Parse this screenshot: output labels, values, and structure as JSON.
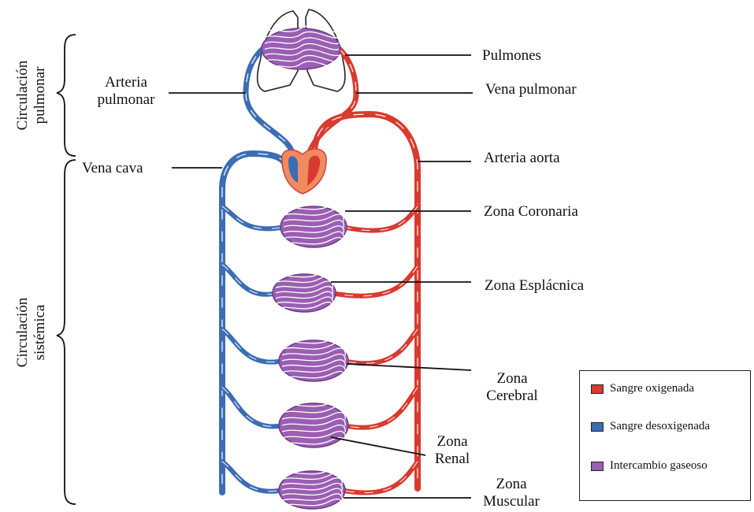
{
  "labels": {
    "pulmones": "Pulmones",
    "vena_pulmonar": "Vena pulmonar",
    "arteria_aorta": "Arteria aorta",
    "zona_coronaria": "Zona Coronaria",
    "zona_esplacnica": "Zona Esplácnica",
    "zona_cerebral_1": "Zona",
    "zona_cerebral_2": "Cerebral",
    "zona_renal_1": "Zona",
    "zona_renal_2": "Renal",
    "zona_muscular_1": "Zona",
    "zona_muscular_2": "Muscular",
    "arteria_pulmonar_1": "Arteria",
    "arteria_pulmonar_2": "pulmonar",
    "vena_cava": "Vena cava"
  },
  "brackets": {
    "pulmonar_1": "Circulación",
    "pulmonar_2": "pulmonar",
    "sistemica_1": "Circulación",
    "sistemica_2": "sistémica"
  },
  "legend": {
    "oxigenada": "Sangre oxigenada",
    "desoxigenada": "Sangre desoxigenada",
    "intercambio": "Intercambio gaseoso"
  },
  "colors": {
    "oxygenated": "#d93a2f",
    "deoxygenated": "#3b6db3",
    "exchange": "#9a5fb2",
    "heart": "#f08a5f"
  }
}
